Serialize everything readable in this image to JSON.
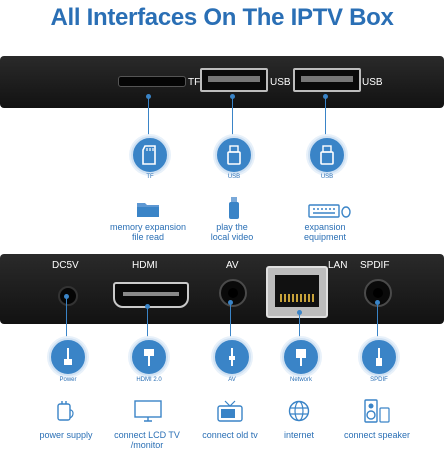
{
  "title": "All Interfaces On The IPTV Box",
  "top_panel": {
    "ports": [
      {
        "label": "TF"
      },
      {
        "label": "USB"
      },
      {
        "label": "USB"
      }
    ],
    "features": [
      {
        "caption": "TF",
        "line1": "memory expansion",
        "line2": "file read",
        "icon": "sd-card-icon",
        "light_icon": "folder-icon"
      },
      {
        "caption": "USB",
        "line1": "play the",
        "line2": "local video",
        "icon": "usb-drive-icon",
        "light_icon": "usb-stick-icon"
      },
      {
        "caption": "USB",
        "line1": "expansion",
        "line2": "equipment",
        "icon": "usb-drive-icon",
        "light_icon": "keyboard-mouse-icon"
      }
    ]
  },
  "bottom_panel": {
    "ports": [
      {
        "label": "DC5V"
      },
      {
        "label": "HDMI"
      },
      {
        "label": "AV"
      },
      {
        "label": "LAN"
      },
      {
        "label": "SPDIF"
      }
    ],
    "features": [
      {
        "caption": "Power",
        "line1": "power supply",
        "line2": "",
        "icon": "power-plug-icon",
        "light_icon": "adapter-icon"
      },
      {
        "caption": "HDMI 2.0",
        "line1": "connect LCD TV",
        "line2": "/monitor",
        "icon": "hdmi-cable-icon",
        "light_icon": "monitor-icon"
      },
      {
        "caption": "AV",
        "line1": "connect old tv",
        "line2": "",
        "icon": "av-cable-icon",
        "light_icon": "old-tv-icon"
      },
      {
        "caption": "Network",
        "line1": "internet",
        "line2": "",
        "icon": "ethernet-cable-icon",
        "light_icon": "globe-icon"
      },
      {
        "caption": "SPDIF",
        "line1": "connect speaker",
        "line2": "",
        "icon": "audio-cable-icon",
        "light_icon": "speaker-icon"
      }
    ]
  },
  "colors": {
    "accent": "#2a6fb5",
    "circle": "#3a84c7",
    "panel": "#1c1c1c"
  }
}
